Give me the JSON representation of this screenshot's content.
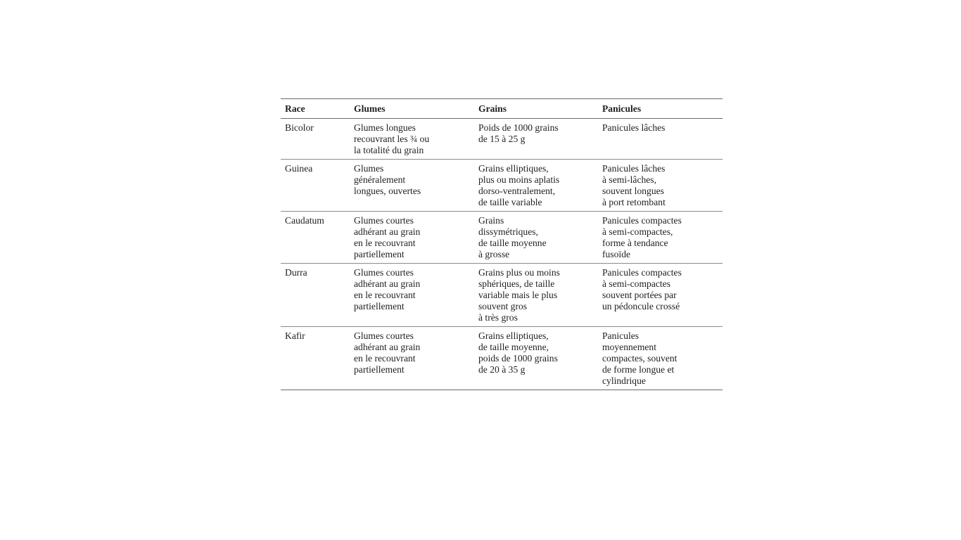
{
  "table": {
    "headers": [
      "Race",
      "Glumes",
      "Grains",
      "Panicules"
    ],
    "rows": [
      {
        "race": "Bicolor",
        "glumes": "Glumes longues\nrecouvrant les ¾ ou\nla totalité du grain",
        "grains": "Poids de 1000 grains\nde 15 à 25 g",
        "panicules": "Panicules lâches"
      },
      {
        "race": "Guinea",
        "glumes": "Glumes\ngénéralement\nlongues, ouvertes",
        "grains": "Grains elliptiques,\nplus ou moins aplatis\ndorso-ventralement,\nde taille variable",
        "panicules": "Panicules lâches\nà semi-lâches,\nsouvent longues\nà port retombant"
      },
      {
        "race": "Caudatum",
        "glumes": "Glumes courtes\nadhérant au grain\nen le recouvrant\npartiellement",
        "grains": "Grains\ndissymétriques,\nde taille moyenne\nà grosse",
        "panicules": "Panicules compactes\nà semi-compactes,\nforme à tendance\nfusoïde"
      },
      {
        "race": "Durra",
        "glumes": "Glumes courtes\nadhérant au grain\nen le recouvrant\npartiellement",
        "grains": "Grains plus ou moins\nsphériques, de taille\nvariable mais le plus\nsouvent gros\nà très gros",
        "panicules": "Panicules compactes\nà semi-compactes\nsouvent portées par\nun pédoncule crossé"
      },
      {
        "race": "Kafir",
        "glumes": "Glumes courtes\nadhérant au grain\nen le recouvrant\npartiellement",
        "grains": "Grains elliptiques,\nde taille moyenne,\npoids de 1000 grains\nde 20 à 35 g",
        "panicules": "Panicules\nmoyennement\ncompactes, souvent\nde forme longue et\ncylindrique"
      }
    ]
  }
}
